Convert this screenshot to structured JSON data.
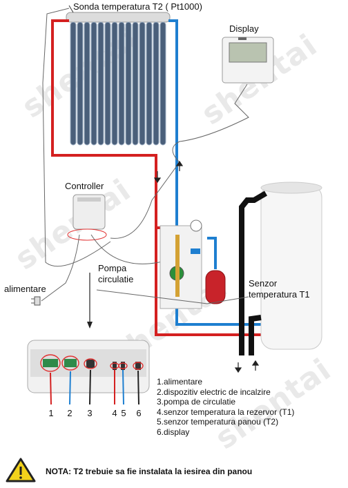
{
  "watermark": "shentai",
  "labels": {
    "sensor_t2": "Sonda temperatura T2 ( Pt1000)",
    "display": "Display",
    "controller": "Controller",
    "pump_line1": "Pompa",
    "pump_line2": "circulatie",
    "supply": "alimentare",
    "sensor_t1_line1": "Senzor",
    "sensor_t1_line2": "temperatura T1"
  },
  "terminal_numbers": [
    "1",
    "2",
    "3",
    "4",
    "5",
    "6"
  ],
  "legend": [
    "1.alimentare",
    "2.dispozitiv electric de incalzire",
    "3.pompa de circulatie",
    "4.senzor temperatura la rezervor (T1)",
    "5.senzor temperatura panou (T2)",
    "6.display"
  ],
  "note": "NOTA: T2 trebuie sa fie instalata la iesirea din panou",
  "colors": {
    "hot_pipe": "#d42020",
    "cold_pipe": "#1e7fd0",
    "warning": "#f2d21b"
  }
}
